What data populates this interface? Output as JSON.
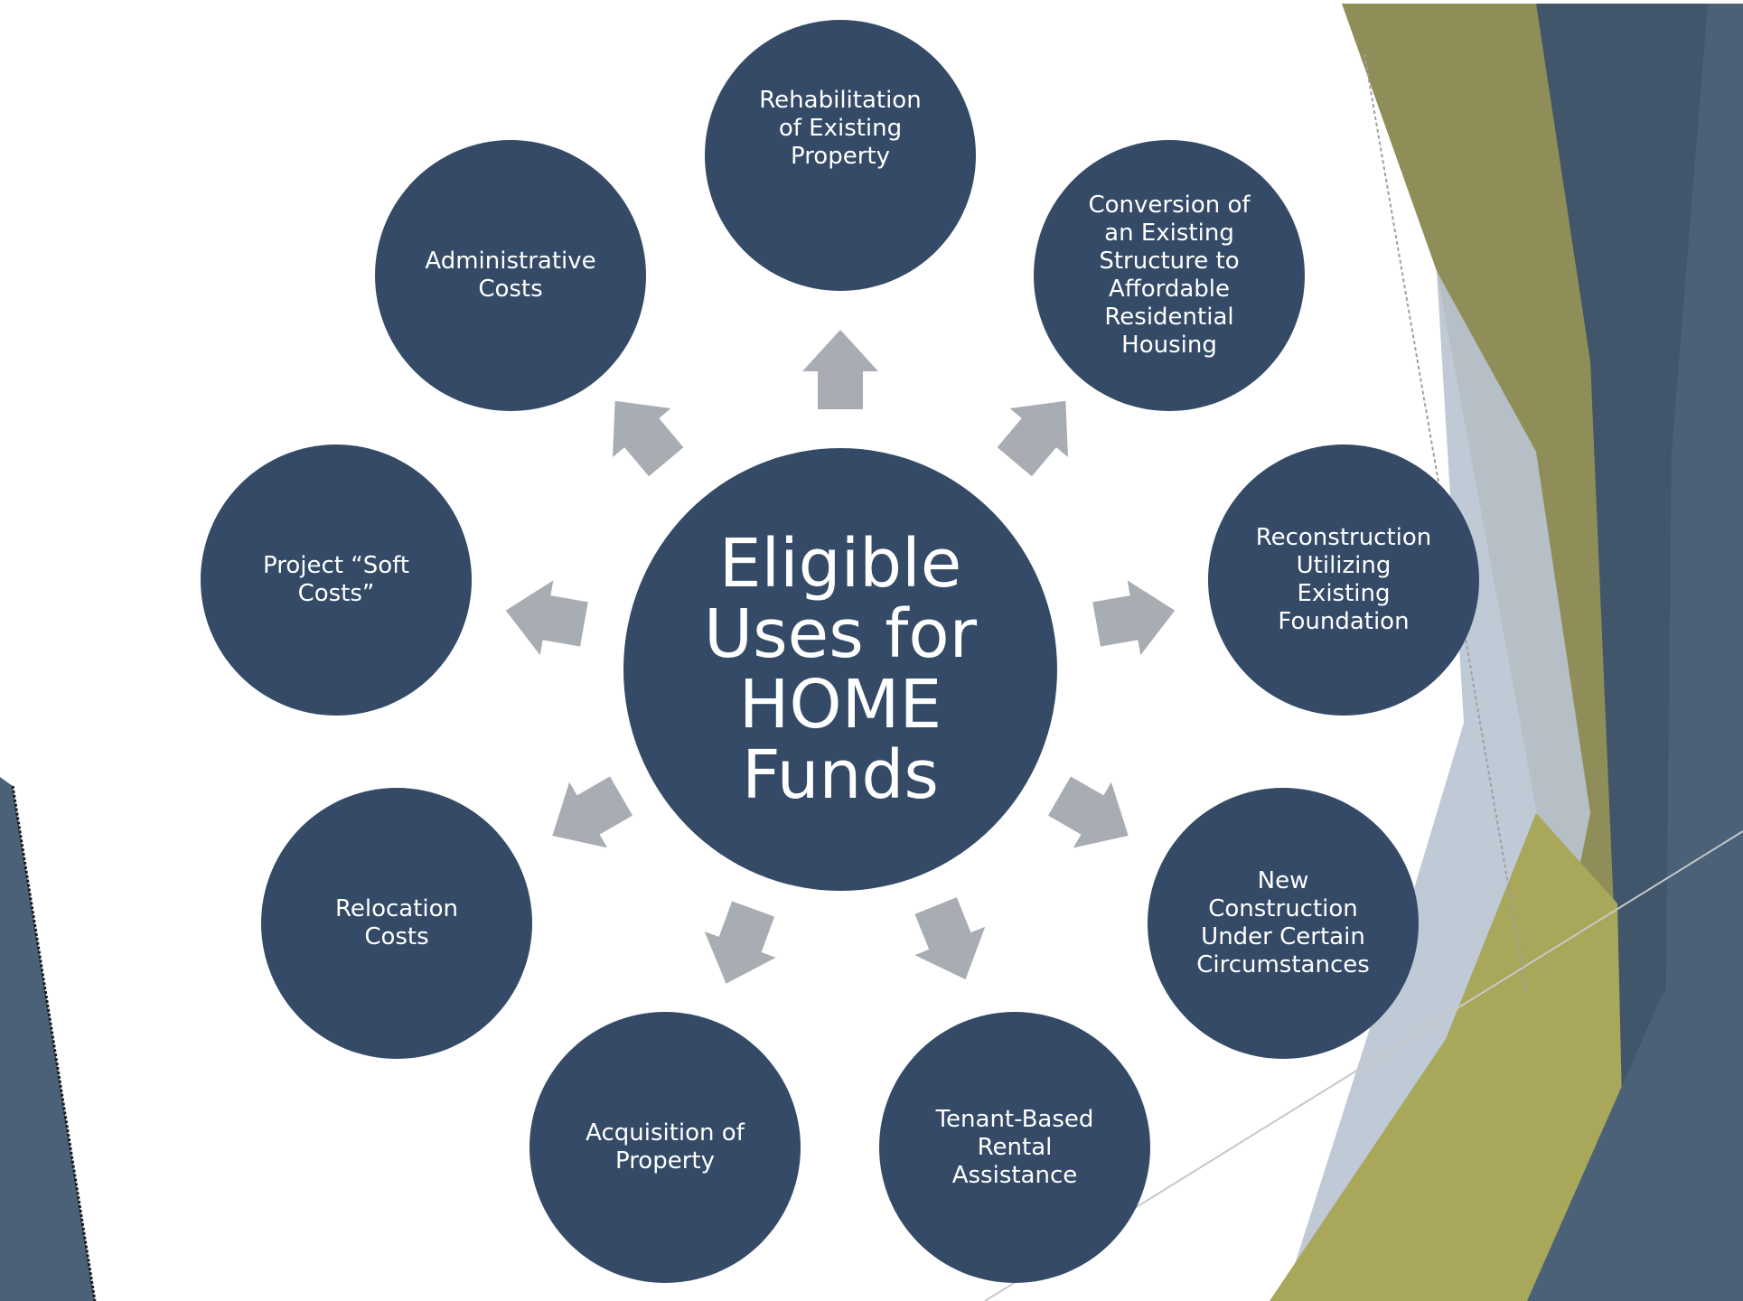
{
  "colors": {
    "node": "#344a66",
    "arrow": "#a8adb4",
    "olive": "#8f8e58",
    "olive_light": "#a9a75a",
    "slate": "#4a6178",
    "slate_dark": "#3f5569",
    "pale_blue": "#b9c4d1"
  },
  "center": {
    "label": "Eligible\nUses for\nHOME\nFunds"
  },
  "nodes": [
    {
      "id": "rehab",
      "label": "Rehabilitation\nof Existing\nProperty"
    },
    {
      "id": "conversion",
      "label": "Conversion of\nan Existing\nStructure to\nAffordable\nResidential\nHousing"
    },
    {
      "id": "reconstruction",
      "label": "Reconstruction\nUtilizing\nExisting\nFoundation"
    },
    {
      "id": "new-construction",
      "label": "New\nConstruction\nUnder Certain\nCircumstances"
    },
    {
      "id": "tbra",
      "label": "Tenant-Based\nRental\nAssistance"
    },
    {
      "id": "acquisition",
      "label": "Acquisition of\nProperty"
    },
    {
      "id": "relocation",
      "label": "Relocation\nCosts"
    },
    {
      "id": "soft-costs",
      "label": "Project “Soft\nCosts”"
    },
    {
      "id": "admin",
      "label": "Administrative\nCosts"
    }
  ]
}
